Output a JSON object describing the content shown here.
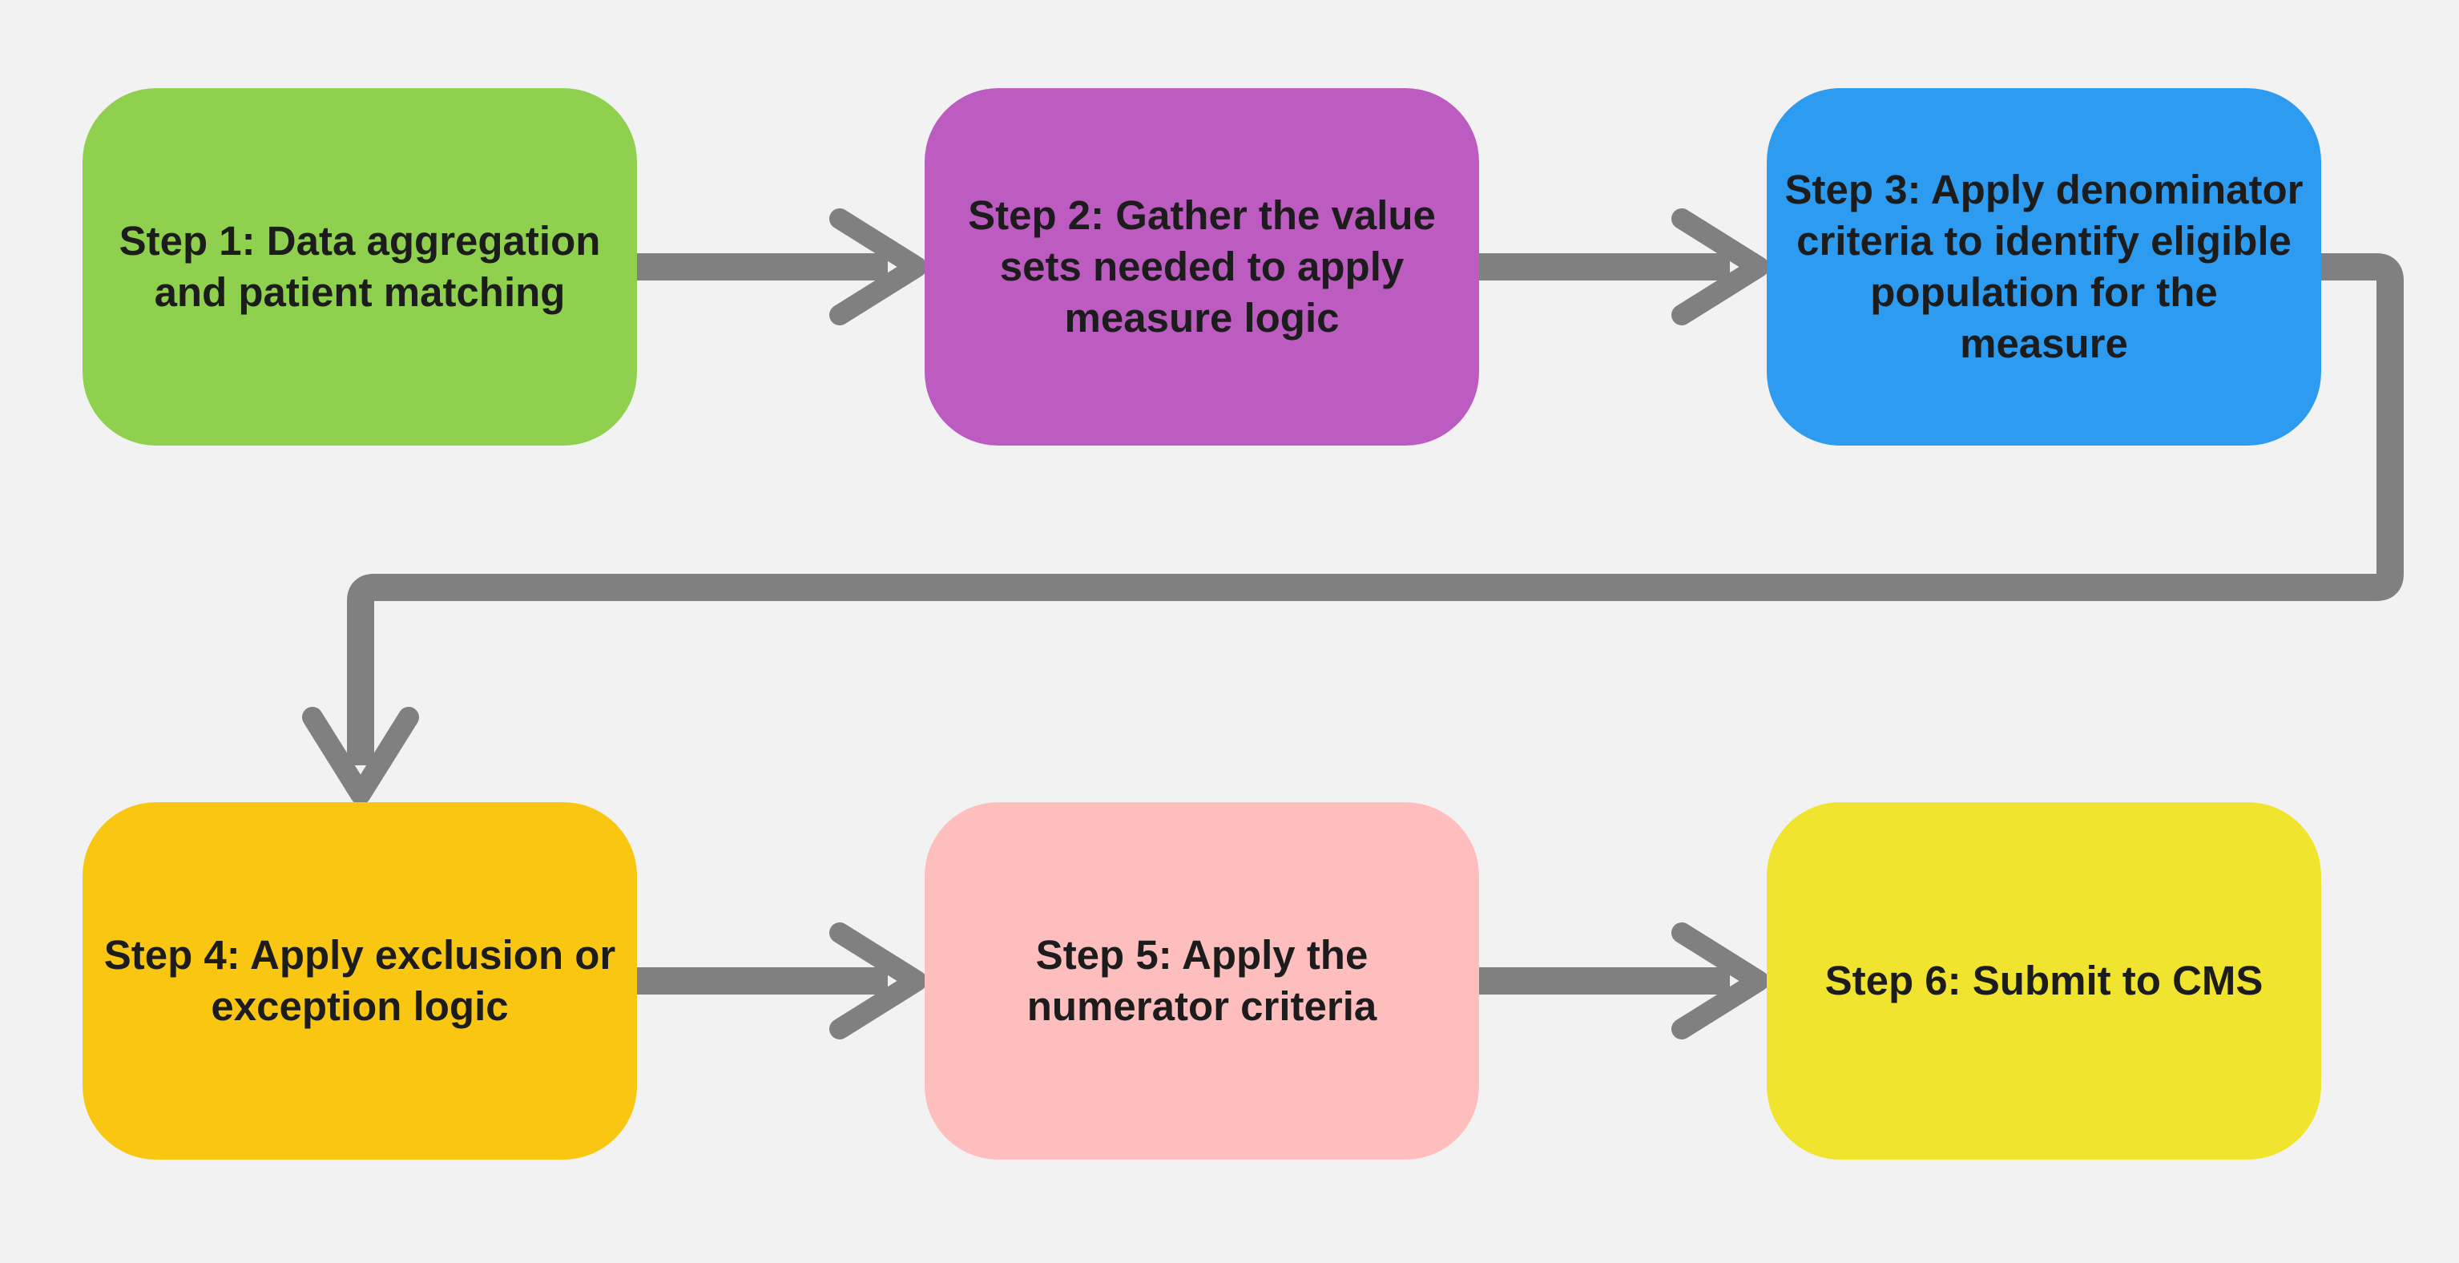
{
  "diagram": {
    "steps": [
      {
        "label": "Step 1: Data aggregation and patient matching",
        "color": "#8fd14f"
      },
      {
        "label": "Step 2: Gather the value sets needed to apply measure logic",
        "color": "#bc5cc1"
      },
      {
        "label": "Step 3: Apply denominator criteria to identify eligible population for the measure",
        "color": "#2d9bf0"
      },
      {
        "label": "Step 4: Apply exclusion or exception logic",
        "color": "#f9c712"
      },
      {
        "label": "Step 5: Apply the numerator criteria",
        "color": "#ffbebe"
      },
      {
        "label": "Step 6: Submit to CMS",
        "color": "#f1e42f"
      }
    ],
    "connector_color": "#808080"
  }
}
